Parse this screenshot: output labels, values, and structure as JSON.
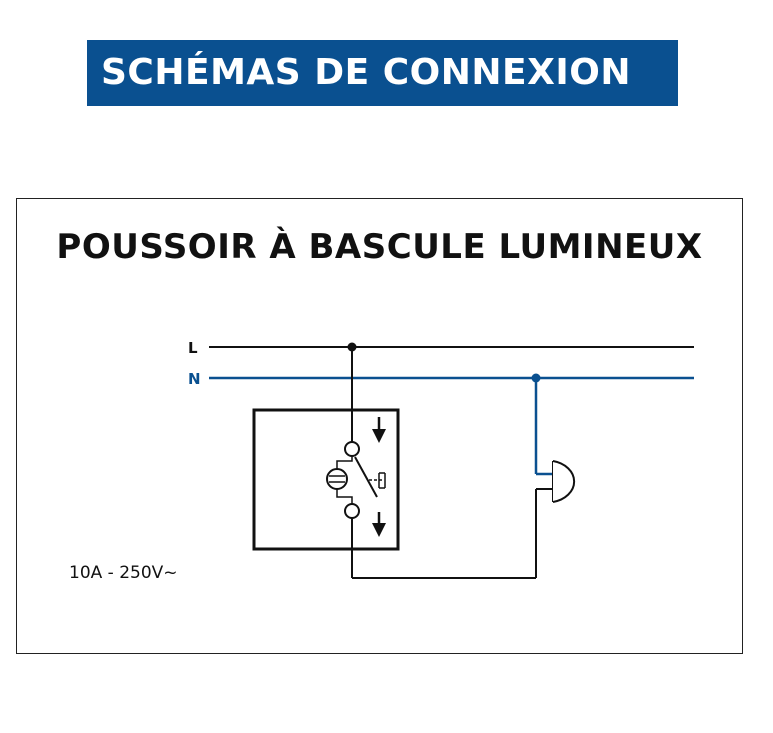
{
  "header": {
    "banner_text": "SCHÉMAS DE CONNEXION"
  },
  "diagram": {
    "title": "POUSSOIR À BASCULE LUMINEUX",
    "line_labels": {
      "phase": "L",
      "neutral": "N"
    },
    "rating": "10A - 250V~"
  },
  "colors": {
    "banner": "#0a5090",
    "neutral_wire": "#0a5090",
    "phase_wire": "#111111",
    "text": "#111111"
  }
}
